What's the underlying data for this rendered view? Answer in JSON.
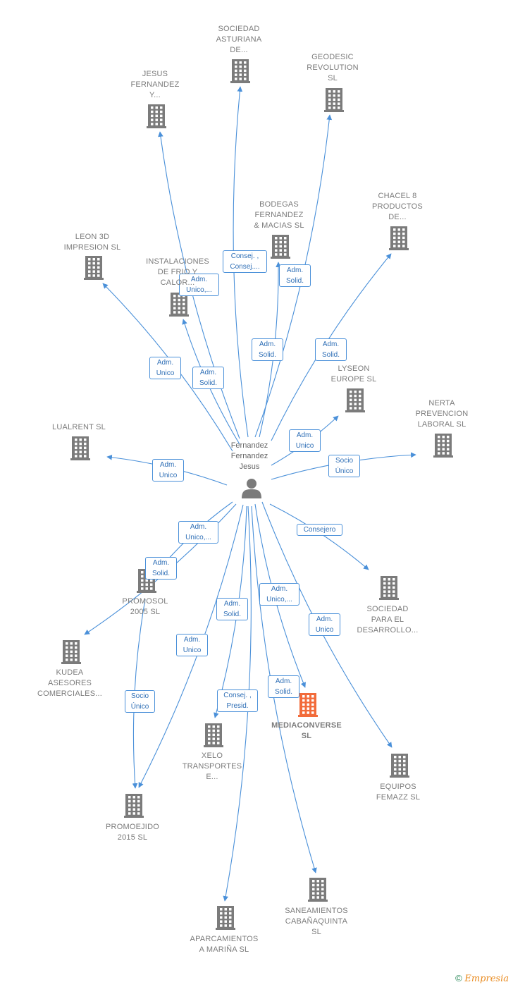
{
  "center": {
    "name": "Fernandez\nFernandez\nJesus",
    "icon": "person-icon"
  },
  "colors": {
    "edge": "#4a90d9",
    "building": "#7b7b7b",
    "highlight": "#f26b3a",
    "label_text": "#7b7b7b"
  },
  "nodes": [
    {
      "id": "sociedad-asturiana",
      "label": "SOCIEDAD\nASTURIANA\nDE...",
      "highlight": false
    },
    {
      "id": "geodesic-revolution",
      "label": "GEODESIC\nREVOLUTION\nSL",
      "highlight": false
    },
    {
      "id": "jesus-fernandez",
      "label": "JESUS\nFERNANDEZ\nY...",
      "highlight": false
    },
    {
      "id": "bodegas-fernandez",
      "label": "BODEGAS\nFERNANDEZ\n& MACIAS  SL",
      "highlight": false
    },
    {
      "id": "chacel-8",
      "label": "CHACEL 8\nPRODUCTOS\nDE...",
      "highlight": false
    },
    {
      "id": "leon-3d",
      "label": "LEON 3D\nIMPRESION  SL",
      "highlight": false
    },
    {
      "id": "instalaciones-frio",
      "label": "INSTALACIONES\nDE FRIO Y\nCALOR...",
      "highlight": false
    },
    {
      "id": "lyseon-europe",
      "label": "LYSEON\nEUROPE  SL",
      "highlight": false
    },
    {
      "id": "nerta-prevencion",
      "label": "NERTA\nPREVENCION\nLABORAL SL",
      "highlight": false
    },
    {
      "id": "lualrent",
      "label": "LUALRENT  SL",
      "highlight": false
    },
    {
      "id": "promosol-2005",
      "label": "PROMOSOL\n2005  SL",
      "highlight": false
    },
    {
      "id": "sociedad-desarrollo",
      "label": "SOCIEDAD\nPARA EL\nDESARROLLO...",
      "highlight": false
    },
    {
      "id": "kudea-asesores",
      "label": "KUDEA\nASESORES\nCOMERCIALES...",
      "highlight": false
    },
    {
      "id": "mediaconverse",
      "label": "MEDIACONVERSE\nSL",
      "highlight": true
    },
    {
      "id": "xelo-transportes",
      "label": "XELO\nTRANSPORTES\nE...",
      "highlight": false
    },
    {
      "id": "equipos-femazz",
      "label": "EQUIPOS\nFEMAZZ  SL",
      "highlight": false
    },
    {
      "id": "promoejido-2015",
      "label": "PROMOEJIDO\n2015 SL",
      "highlight": false
    },
    {
      "id": "saneamientos",
      "label": "SANEAMIENTOS\nCABAÑAQUINTA\nSL",
      "highlight": false
    },
    {
      "id": "aparcamientos",
      "label": "APARCAMIENTOS\nA MARIÑA SL",
      "highlight": false
    }
  ],
  "edges": [
    {
      "to": "sociedad-asturiana",
      "label": "Consej. ,\nConsej...."
    },
    {
      "to": "geodesic-revolution",
      "label": "Adm.\nSolid."
    },
    {
      "to": "jesus-fernandez",
      "label": "Adm.\nUnico,..."
    },
    {
      "to": "bodegas-fernandez",
      "label": "Adm.\nSolid."
    },
    {
      "to": "chacel-8",
      "label": "Adm.\nSolid."
    },
    {
      "to": "leon-3d",
      "label": "Adm.\nUnico"
    },
    {
      "to": "instalaciones-frio",
      "label": "Adm.\nSolid."
    },
    {
      "to": "lyseon-europe",
      "label": "Adm.\nUnico"
    },
    {
      "to": "nerta-prevencion",
      "label": "Socio\nÚnico"
    },
    {
      "to": "lualrent",
      "label": "Adm.\nUnico"
    },
    {
      "to": "kudea-asesores",
      "label": "Adm.\nUnico,..."
    },
    {
      "to": "promosol-2005",
      "label": "Adm.\nSolid."
    },
    {
      "to": "sociedad-desarrollo",
      "label": "Consejero"
    },
    {
      "to": "mediaconverse",
      "label": "Adm.\nUnico,..."
    },
    {
      "to": "xelo-transportes",
      "label": "Adm.\nSolid."
    },
    {
      "to": "equipos-femazz",
      "label": "Adm.\nUnico"
    },
    {
      "to": "promoejido-2015",
      "label": "Adm.\nUnico"
    },
    {
      "to": "saneamientos",
      "label": "Adm.\nSolid."
    },
    {
      "to": "aparcamientos",
      "label": "Consej. ,\nPresid."
    },
    {
      "from": "promosol-2005",
      "to": "promoejido-2015",
      "label": "Socio\nÚnico"
    }
  ],
  "watermark": {
    "copyright": "©",
    "brand_initial": "E",
    "brand_rest": "mpresia"
  }
}
